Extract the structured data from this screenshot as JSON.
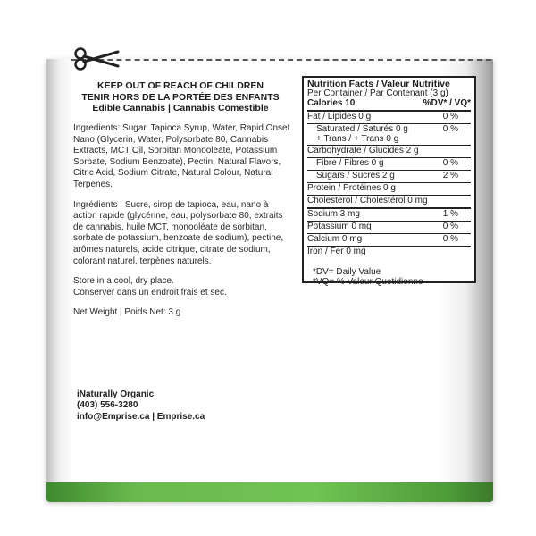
{
  "warning": {
    "line1": "KEEP OUT OF REACH OF CHILDREN",
    "line2": "TENIR HORS DE LA PORTÉE DES ENFANTS",
    "line3": "Edible Cannabis | Cannabis Comestible"
  },
  "ingredients_en": "Ingredients: Sugar, Tapioca Syrup, Water, Rapid Onset Nano (Glycerin, Water, Polysorbate 80, Cannabis Extracts, MCT Oil, Sorbitan Monooleate, Potassium Sorbate, Sodium Benzoate), Pectin, Natural Flavors, Citric Acid, Sodium Citrate, Natural Colour, Natural Terpenes.",
  "ingredients_fr": "Ingrédients : Sucre, sirop de tapioca, eau, nano à action rapide (glycérine, eau, polysorbate 80, extraits de cannabis, huile MCT, monooléate de sorbitan, sorbate de potassium, benzoate de sodium), pectine, arômes naturels, acide citrique, citrate de sodium, colorant naturel, terpènes naturels.",
  "storage": {
    "en": "Store in a cool, dry place.",
    "fr": "Conserver dans un endroit frais et sec."
  },
  "net_weight": "Net Weight | Poids Net: 3 g",
  "contact": {
    "company": "iNaturally Organic",
    "phone": "(403) 556-3280",
    "email_site": "info@Emprise.ca | Emprise.ca"
  },
  "nutrition": {
    "title": "Nutrition Facts / Valeur Nutritive",
    "per": "Per Container / Par Contenant (3 g)",
    "calories": "Calories 10",
    "dv_header": "%DV* / VQ*",
    "rows": [
      {
        "label": "Fat / Lipides 0 g",
        "pct": "0 %",
        "indent": false,
        "rule": "thin"
      },
      {
        "label": "Saturated / Saturés 0 g",
        "pct": "0 %",
        "indent": true,
        "rule": "none"
      },
      {
        "label": "+ Trans / + Trans 0 g",
        "pct": "",
        "indent": true,
        "rule": "thin"
      },
      {
        "label": "Carbohydrate / Glucides 2 g",
        "pct": "",
        "indent": false,
        "rule": "thin"
      },
      {
        "label": "Fibre / Fibres 0 g",
        "pct": "0 %",
        "indent": true,
        "rule": "thin"
      },
      {
        "label": "Sugars / Sucres 2 g",
        "pct": "2 %",
        "indent": true,
        "rule": "thin"
      },
      {
        "label": "Protein / Protéines 0 g",
        "pct": "",
        "indent": false,
        "rule": "thin"
      },
      {
        "label": "Cholesterol / Cholestérol 0 mg",
        "pct": "",
        "indent": false,
        "rule": "thick"
      },
      {
        "label": "Sodium 3 mg",
        "pct": "1 %",
        "indent": false,
        "rule": "thin"
      },
      {
        "label": "Potassium 0 mg",
        "pct": "0 %",
        "indent": false,
        "rule": "thin"
      },
      {
        "label": "Calcium 0 mg",
        "pct": "0 %",
        "indent": false,
        "rule": "thin"
      },
      {
        "label": "Iron / Fer 0 mg",
        "pct": "",
        "indent": false,
        "rule": "none"
      }
    ],
    "footnote1": "*DV= Daily Value",
    "footnote2": "*VQ= % Valeur Quotidienne"
  },
  "icons": {
    "tear": "scissors-icon"
  },
  "colors": {
    "pouch_bottom": "#6ab94e",
    "text": "#222222"
  }
}
